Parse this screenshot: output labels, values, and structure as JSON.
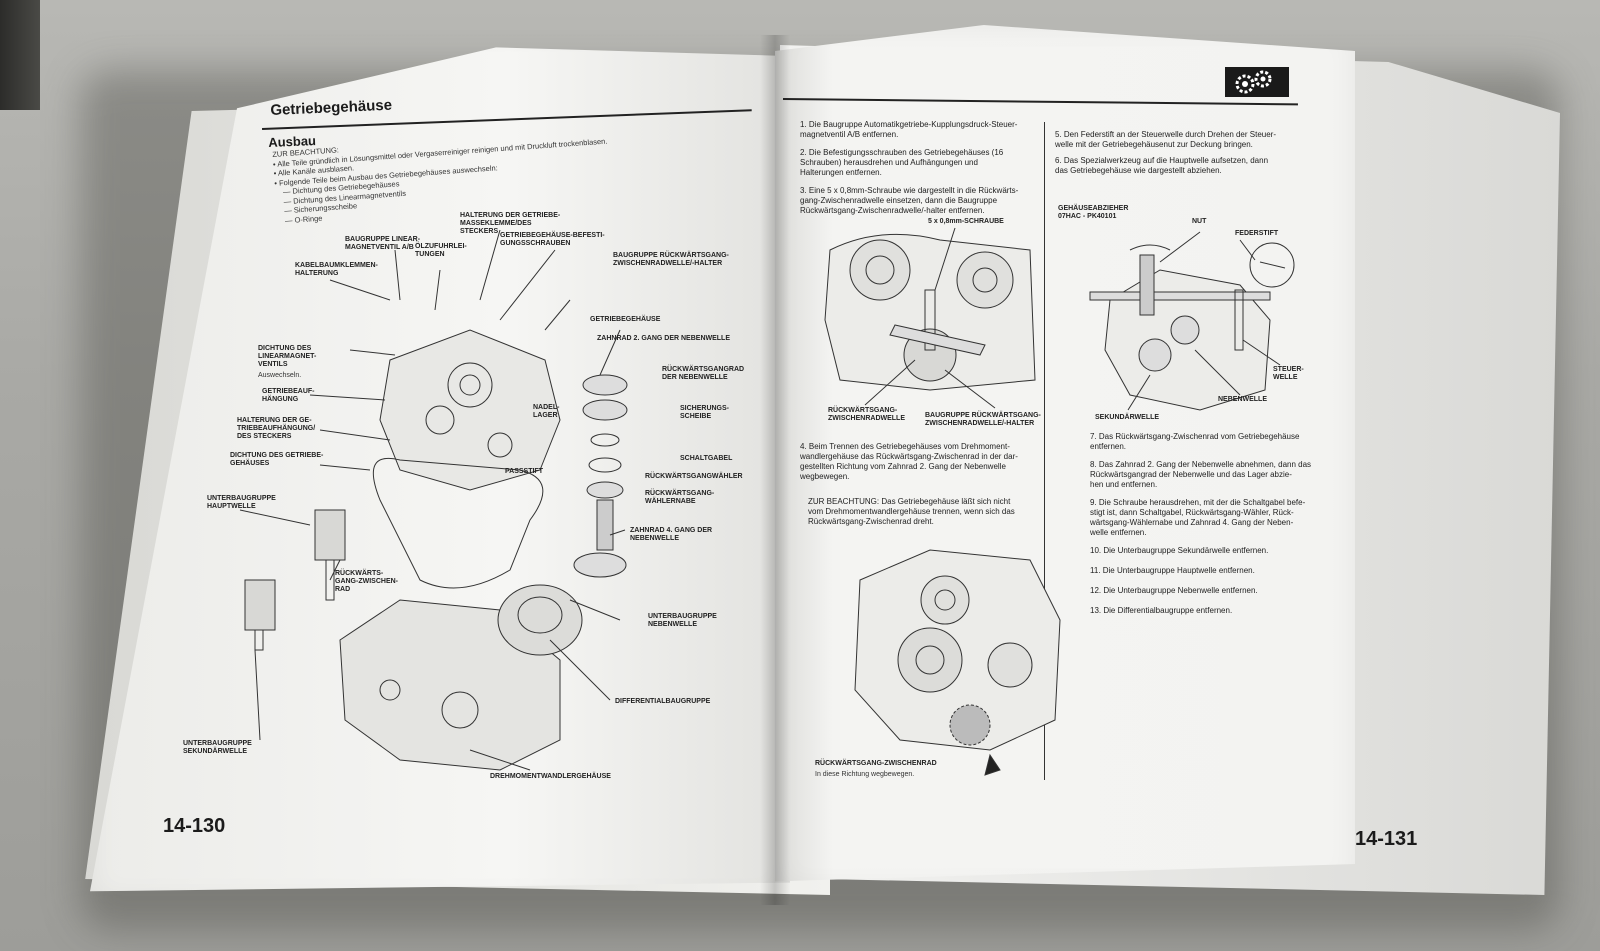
{
  "left_page": {
    "title": "Getriebegehäuse",
    "section": "Ausbau",
    "intro": "Alle Teile gründlich in Lösungsmittel oder Vergaserreiniger reinigen und mit Druckluft trockenblasen.",
    "note_heading": "ZUR BEACHTUNG:",
    "notes": [
      "• Alle Teile gründlich in Lösungsmittel oder Vergaserreiniger reinigen und mit Druckluft trockenblasen.",
      "• Alle Kanäle ausblasen.",
      "• Folgende Teile beim Ausbau des Getriebegehäuses auswechseln:",
      "— Dichtung des Getriebegehäuses",
      "— Dichtung des Linearmagnetventils",
      "— Sicherungsscheibe",
      "— O-Ringe"
    ],
    "labels": {
      "baugruppe_linear": "BAUGRUPPE LINEAR-\nMAGNETVENTIL A/B",
      "kabelbaum": "KABELBAUMKLEMMEN-\nHALTERUNG",
      "oelzufuhr": "ÖLZUFUHRLEI-\nTUNGEN",
      "halterung_befest": "HALTERUNG DER GETRIEBE-\nMASSEKLEMME/DES\nSTECKERS",
      "befestigungsschrauben": "GETRIEBEGEHÄUSE-BEFESTI-\nGUNGSSCHRAUBEN",
      "rueckwaerts_halter": "BAUGRUPPE RÜCKWÄRTSGANG-\nZWISCHENRADWELLE/-HALTER",
      "getriebegehaeuse": "GETRIEBEGEHÄUSE",
      "zahnrad2": "ZAHNRAD 2. GANG DER NEBENWELLE",
      "dichtung_linear": "DICHTUNG DES\nLINEARMAGNET-\nVENTILS",
      "auswechseln": "Auswechseln.",
      "getriebeaufhaengung": "GETRIEBEAUF-\nHÄNGUNG",
      "halterung_aufhaengung": "HALTERUNG DER GE-\nTRIEBEAUFHÄNGUNG/\nDES STECKERS",
      "dichtung_gehaeuse": "DICHTUNG DES GETRIEBE-\nGEHÄUSES",
      "rueckwaertsgangrad": "RÜCKWÄRTSGANGRAD\nDER NEBENWELLE",
      "nadellager": "NADEL-\nLAGER",
      "sicherungsscheibe": "SICHERUNGS-\nSCHEIBE",
      "schaltgabel": "SCHALTGABEL",
      "passstift": "PASSSTIFT",
      "waehler": "RÜCKWÄRTSGANGWÄHLER",
      "waehlernabe": "RÜCKWÄRTSGANG-\nWÄHLERNABE",
      "zahnrad4": "ZAHNRAD 4. GANG DER\nNEBENWELLE",
      "hauptwelle": "UNTERBAUGRUPPE\nHAUPTWELLE",
      "zwischenrad": "RÜCKWÄRTS-\nGANG-ZWISCHEN-\nRAD",
      "nebenwelle": "UNTERBAUGRUPPE\nNEBENWELLE",
      "differential": "DIFFERENTIALBAUGRUPPE",
      "sekundaerwelle": "UNTERBAUGRUPPE\nSEKUNDÄRWELLE",
      "wandlergehaeuse": "DREHMOMENTWANDLERGEHÄUSE"
    },
    "page_number": "14-130"
  },
  "right_page": {
    "steps_col1": [
      "1. Die Baugruppe Automatikgetriebe-Kupplungsdruck-Steuer-\nmagnetventil A/B entfernen.",
      "2. Die Befestigungsschrauben des Getriebegehäuses (16\nSchrauben) herausdrehen und Aufhängungen und\nHalterungen entfernen.",
      "3. Eine 5 x 0,8mm-Schraube wie dargestellt in die Rückwärts-\ngang-Zwischenradwelle einsetzen, dann die Baugruppe\nRückwärtsgang-Zwischenradwelle/-halter entfernen."
    ],
    "fig1_labels": {
      "schraube": "5 x 0,8mm-SCHRAUBE",
      "zwischenradwelle": "RÜCKWÄRTSGANG-\nZWISCHENRADWELLE",
      "baugruppe_halter": "BAUGRUPPE RÜCKWÄRTSGANG-\nZWISCHENRADWELLE/-HALTER"
    },
    "step4": "4. Beim Trennen des Getriebegehäuses vom Drehmoment-\nwandlergehäuse das Rückwärtsgang-Zwischenrad in der dar-\ngestellten Richtung vom Zahnrad 2. Gang der Nebenwelle\nwegbewegen.",
    "note4": "ZUR BEACHTUNG: Das Getriebegehäuse läßt sich nicht\nvom Drehmomentwandlergehäuse trennen, wenn sich das\nRückwärtsgang-Zwischenrad dreht.",
    "fig2_label": "RÜCKWÄRTSGANG-ZWISCHENRAD",
    "fig2_note": "In diese Richtung wegbewegen.",
    "steps_col2a": [
      "5. Den Federstift an der Steuerwelle durch Drehen der Steuer-\nwelle mit der Getriebegehäusenut zur Deckung bringen.",
      "6. Das Spezialwerkzeug auf die Hauptwelle aufsetzen, dann\ndas Getriebegehäuse wie dargestellt abziehen."
    ],
    "fig3_labels": {
      "tool": "GEHÄUSEABZIEHER\n07HAC - PK40101",
      "nut": "NUT",
      "federstift": "FEDERSTIFT",
      "steuerwelle": "STEUER-\nWELLE",
      "nebenwelle": "NEBENWELLE",
      "sekundaerwelle": "SEKUNDÄRWELLE"
    },
    "steps_col2b": [
      "7. Das Rückwärtsgang-Zwischenrad vom Getriebegehäuse\nentfernen.",
      "8. Das Zahnrad 2. Gang der Nebenwelle abnehmen, dann das\nRückwärtsgangrad der Nebenwelle und das Lager abzie-\nhen und entfernen.",
      "9. Die Schraube herausdrehen, mit der die Schaltgabel befe-\nstigt ist, dann Schaltgabel, Rückwärtsgang-Wähler, Rück-\nwärtsgang-Wählernabe und Zahnrad 4. Gang der Neben-\nwelle entfernen.",
      "10. Die Unterbaugruppe Sekundärwelle entfernen.",
      "11. Die Unterbaugruppe Hauptwelle entfernen.",
      "12. Die Unterbaugruppe Nebenwelle entfernen.",
      "13. Die Differentialbaugruppe entfernen."
    ],
    "page_number": "14-131",
    "icon": "gears-icon"
  }
}
